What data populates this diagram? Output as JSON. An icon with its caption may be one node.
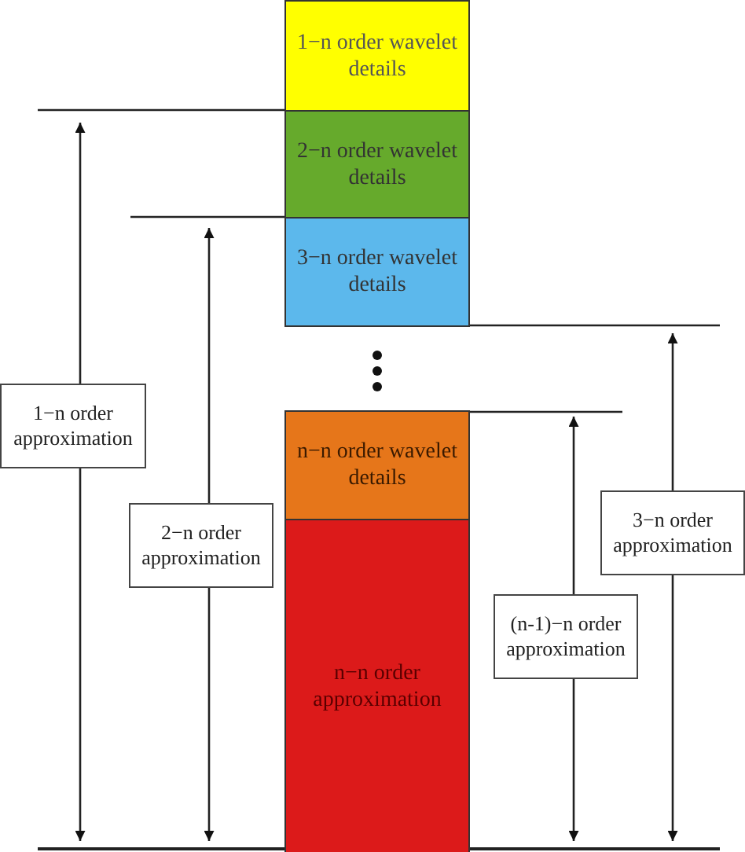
{
  "diagram": {
    "nodes": [
      {
        "text": [
          "1−n order wavelet details"
        ]
      },
      {
        "text": [
          "2−n order wavelet details"
        ]
      },
      {
        "text": [
          "3−n order wavelet details"
        ]
      },
      {
        "text": [
          "n−n order wavelet details"
        ]
      },
      {
        "text": [
          "n−n order approximation"
        ]
      },
      {
        "text": [
          "1−n order approximation"
        ]
      },
      {
        "text": [
          "2−n order approximation"
        ]
      },
      {
        "text": [
          "(n-1)−n order approximation"
        ]
      },
      {
        "text": [
          "3−n order approximation"
        ]
      }
    ]
  }
}
